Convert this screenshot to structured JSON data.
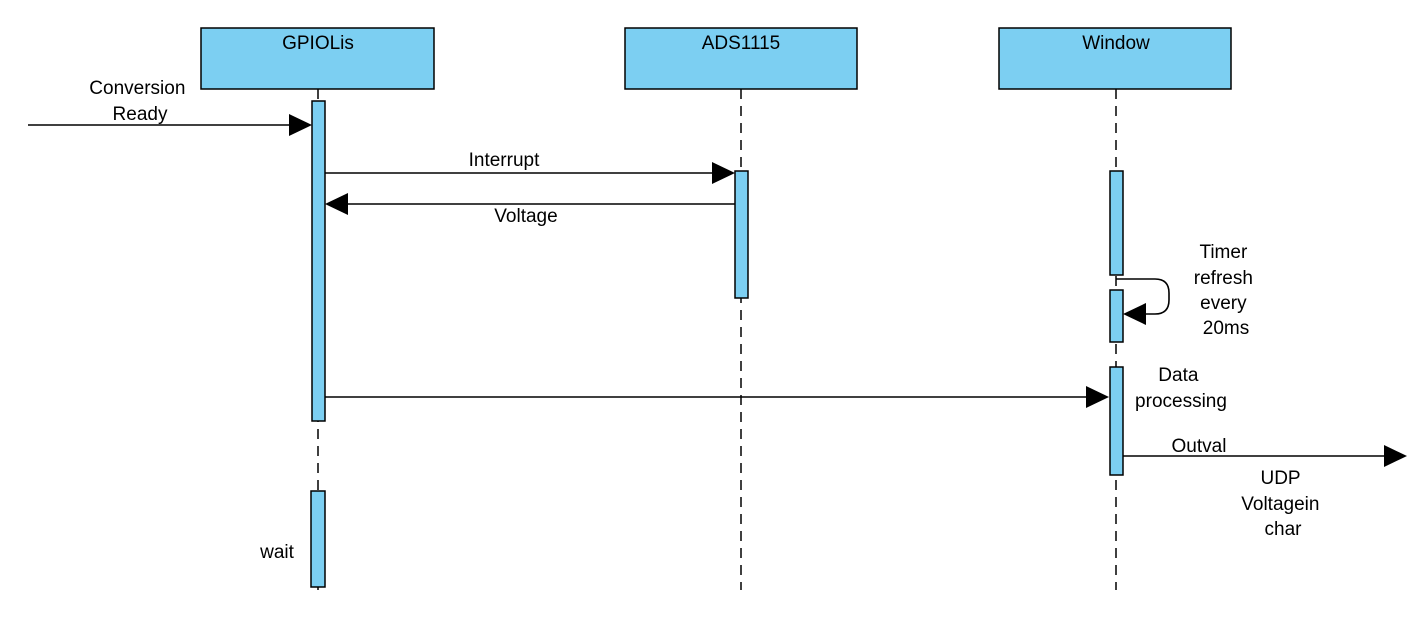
{
  "diagram": {
    "participants": [
      {
        "id": "gpio",
        "name": "GPIOLis"
      },
      {
        "id": "ads",
        "name": "ADS1115"
      },
      {
        "id": "window",
        "name": "Window"
      }
    ],
    "messages": {
      "conversion_ready": [
        "Conversion",
        "Ready"
      ],
      "interrupt": "Interrupt",
      "voltage": "Voltage",
      "timer_refresh": [
        "Timer",
        "refresh",
        "every",
        "20ms"
      ],
      "data_processing": [
        "Data",
        "processing"
      ],
      "outval": "Outval",
      "udp_note": [
        "UDP",
        "Voltagein",
        "char"
      ],
      "wait": "wait"
    },
    "colors": {
      "participant_fill": "#7ccff2",
      "activation_fill": "#7ccff2",
      "stroke": "#000000"
    }
  }
}
